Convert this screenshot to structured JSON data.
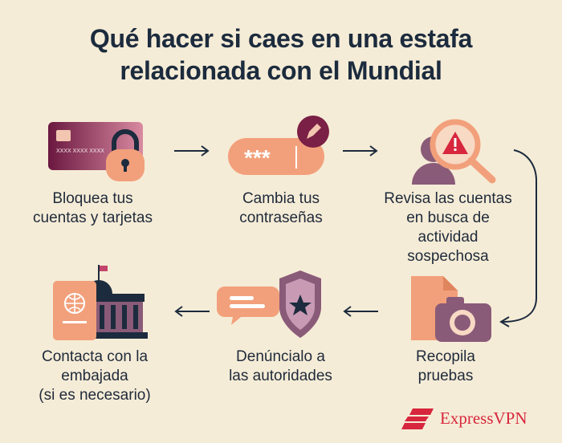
{
  "title": {
    "line1": "Qué hacer si caes en una estafa",
    "line2": "relacionada con el Mundial"
  },
  "steps": [
    {
      "lines": [
        "Bloquea tus",
        "cuentas y tarjetas"
      ],
      "icon": "card-lock-icon"
    },
    {
      "lines": [
        "Cambia tus",
        "contraseñas"
      ],
      "icon": "password-field-icon",
      "masked_text": "***"
    },
    {
      "lines": [
        "Revisa las cuentas",
        "en busca de",
        "actividad",
        "sospechosa"
      ],
      "icon": "magnifier-warning-icon"
    },
    {
      "lines": [
        "Recopila",
        "pruebas"
      ],
      "icon": "camera-document-icon"
    },
    {
      "lines": [
        "Denúncialo a",
        "las autoridades"
      ],
      "icon": "police-badge-chat-icon"
    },
    {
      "lines": [
        "Contacta con la",
        "embajada",
        "(si es necesario)"
      ],
      "icon": "passport-embassy-icon"
    }
  ],
  "card_number_text": "XXXX  XXXX  XXXX",
  "brand": {
    "name": "ExpressVPN",
    "icon": "expressvpn-logo-icon"
  },
  "colors": {
    "background": "#f5ecd7",
    "navy": "#1c2b3d",
    "maroon": "#7a1f45",
    "mauve": "#8a5b78",
    "peach": "#f2a07b",
    "brand_red": "#d7263d"
  }
}
